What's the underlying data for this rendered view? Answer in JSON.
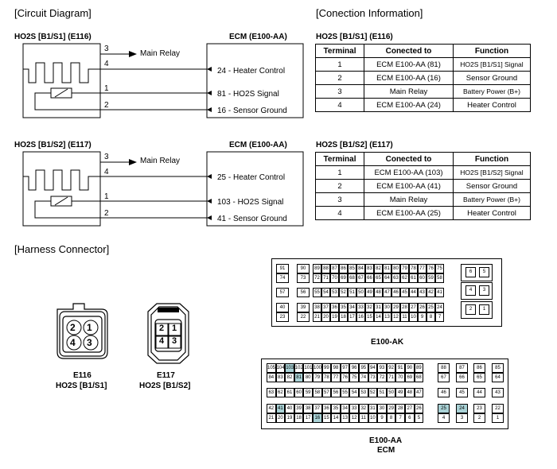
{
  "headings": {
    "circuit": "[Circuit Diagram]",
    "connection": "[Conection Information]",
    "harness": "[Harness Connector]"
  },
  "circuits": [
    {
      "sensor_title": "HO2S [B1/S1] (E116)",
      "ecm_title": "ECM (E100-AA)",
      "wires": [
        {
          "pin": "3",
          "label": "Main Relay"
        },
        {
          "pin": "4",
          "label": "24 - Heater Control"
        },
        {
          "pin": "1",
          "label": "81 - HO2S Signal"
        },
        {
          "pin": "2",
          "label": "16 - Sensor Ground"
        }
      ]
    },
    {
      "sensor_title": "HO2S [B1/S2] (E117)",
      "ecm_title": "ECM (E100-AA)",
      "wires": [
        {
          "pin": "3",
          "label": "Main Relay"
        },
        {
          "pin": "4",
          "label": "25 - Heater Control"
        },
        {
          "pin": "1",
          "label": "103 - HO2S Signal"
        },
        {
          "pin": "2",
          "label": "41 - Sensor Ground"
        }
      ]
    }
  ],
  "connection_tables": [
    {
      "title": "HO2S [B1/S1] (E116)",
      "headers": [
        "Terminal",
        "Conected to",
        "Function"
      ],
      "rows": [
        [
          "1",
          "ECM E100-AA (81)",
          "HO2S [B1/S1] Signal"
        ],
        [
          "2",
          "ECM E100-AA (16)",
          "Sensor Ground"
        ],
        [
          "3",
          "Main Relay",
          "Battery Power (B+)"
        ],
        [
          "4",
          "ECM E100-AA (24)",
          "Heater Control"
        ]
      ]
    },
    {
      "title": "HO2S [B1/S2] (E117)",
      "headers": [
        "Terminal",
        "Conected to",
        "Function"
      ],
      "rows": [
        [
          "1",
          "ECM E100-AA (103)",
          "HO2S [B1/S2] Signal"
        ],
        [
          "2",
          "ECM E100-AA (41)",
          "Sensor Ground"
        ],
        [
          "3",
          "Main Relay",
          "Battery Power (B+)"
        ],
        [
          "4",
          "ECM E100-AA (25)",
          "Heater Control"
        ]
      ]
    }
  ],
  "sensor_connectors": [
    {
      "id": "E116",
      "name": "HO2S [B1/S1]",
      "pins": [
        "2",
        "1",
        "4",
        "3"
      ]
    },
    {
      "id": "E117",
      "name": "HO2S [B1/S2]",
      "pins": [
        "2",
        "1",
        "4",
        "3"
      ]
    }
  ],
  "ecm_ak": {
    "label": "E100-AK",
    "rows": [
      [
        [
          "91"
        ],
        [
          "90"
        ],
        [
          "89",
          "88",
          "87",
          "86",
          "85",
          "84",
          "83",
          "82",
          "81",
          "80",
          "79",
          "78",
          "77",
          "76",
          "75"
        ]
      ],
      [
        [
          "74"
        ],
        [
          "73"
        ],
        [
          "72",
          "71",
          "70",
          "69",
          "68",
          "67",
          "66",
          "65",
          "64",
          "63",
          "62",
          "61",
          "60",
          "59",
          "58"
        ]
      ],
      [
        [
          "57"
        ],
        [
          "56"
        ],
        [
          "55",
          "54",
          "53",
          "52",
          "51",
          "50",
          "49",
          "48",
          "47",
          "46",
          "45",
          "44",
          "43",
          "42",
          "41"
        ]
      ],
      [
        [
          "40"
        ],
        [
          "39"
        ],
        [
          "38",
          "37",
          "36",
          "35",
          "34",
          "33",
          "32",
          "31",
          "30",
          "29",
          "28",
          "27",
          "26",
          "25",
          "24"
        ]
      ],
      [
        [
          "23"
        ],
        [
          "22"
        ],
        [
          "21",
          "20",
          "19",
          "18",
          "17",
          "16",
          "15",
          "14",
          "13",
          "12",
          "11",
          "10",
          "9",
          "8",
          "7"
        ]
      ]
    ],
    "side": [
      [
        "6",
        "5"
      ],
      [
        "4",
        "3"
      ],
      [
        "2",
        "1"
      ]
    ]
  },
  "ecm_aa": {
    "label": "E100-AA",
    "sublabel": "ECM",
    "highlighted_pins": [
      "103",
      "81",
      "41",
      "16",
      "25",
      "24"
    ],
    "main": [
      [
        "105",
        "104",
        "103",
        "102",
        "101",
        "100",
        "99",
        "98",
        "97",
        "96",
        "95",
        "94",
        "93",
        "92",
        "91",
        "90",
        "89"
      ],
      [
        "84",
        "83",
        "82",
        "81",
        "80",
        "79",
        "78",
        "77",
        "76",
        "75",
        "74",
        "73",
        "72",
        "71",
        "70",
        "69",
        "68"
      ],
      [
        "63",
        "62",
        "61",
        "60",
        "59",
        "58",
        "57",
        "56",
        "55",
        "54",
        "53",
        "52",
        "51",
        "50",
        "49",
        "48",
        "47"
      ],
      [
        "42",
        "41",
        "40",
        "39",
        "38",
        "37",
        "36",
        "35",
        "34",
        "33",
        "32",
        "31",
        "30",
        "29",
        "28",
        "27",
        "26"
      ],
      [
        "21",
        "20",
        "19",
        "18",
        "17",
        "16",
        "15",
        "14",
        "13",
        "12",
        "11",
        "10",
        "9",
        "8",
        "7",
        "6",
        "5"
      ]
    ],
    "cols": [
      [
        "88",
        "67",
        "46",
        "25",
        "4"
      ],
      [
        "87",
        "66",
        "45",
        "24",
        "3"
      ],
      [
        "86",
        "65",
        "44",
        "23",
        "2"
      ],
      [
        "85",
        "64",
        "43",
        "22",
        "1"
      ]
    ]
  }
}
